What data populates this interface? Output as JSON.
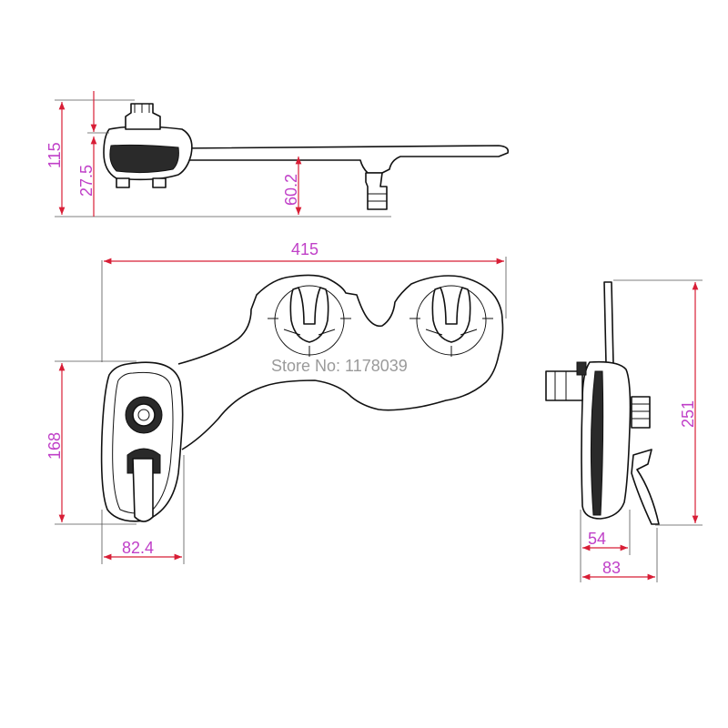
{
  "side_view": {
    "dim_total_height": "115",
    "dim_knob_height": "27.5",
    "dim_nozzle_height": "60.2"
  },
  "top_view": {
    "dim_length": "415",
    "dim_body_height": "168",
    "dim_body_width": "82.4"
  },
  "end_view": {
    "dim_height": "251",
    "dim_body_depth": "54",
    "dim_total_depth": "83"
  },
  "watermark": "Store No: 1178039",
  "colors": {
    "dimension_line": "#d81e36",
    "dimension_text": "#c040c8",
    "watermark": "#9a9a9a",
    "outline": "#111111"
  }
}
